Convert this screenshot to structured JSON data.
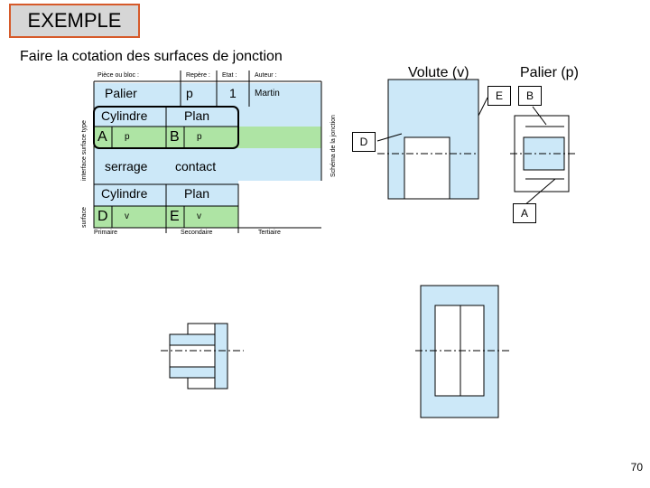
{
  "header": {
    "title": "EXEMPLE",
    "subtitle": "Faire la cotation des surfaces de jonction"
  },
  "table": {
    "col_headers": [
      "Pièce ou bloc :",
      "Repère :",
      "Etat :",
      "Auteur :"
    ],
    "row_labels": [
      "interface surface type",
      "surface"
    ],
    "piece": "Palier",
    "repere": "p",
    "etat": "1",
    "auteur": "Martin",
    "row1": {
      "left_surface": "Cylindre",
      "right_surface": "Plan",
      "left_code": "A",
      "left_code_sub": "p",
      "right_code": "B",
      "right_code_sub": "p",
      "left_interface": "serrage",
      "right_interface": "contact"
    },
    "row2": {
      "left_surface": "Cylindre",
      "right_surface": "Plan",
      "left_code": "D",
      "left_code_sub": "v",
      "right_code": "E",
      "right_code_sub": "v"
    },
    "footer": [
      "Primaire",
      "Secondaire",
      "Tertiaire"
    ],
    "side_label": "Schéma de la jonction"
  },
  "schema": {
    "volute_label": "Volute (v)",
    "palier_label": "Palier (p)",
    "callouts": [
      "E",
      "B",
      "D",
      "A"
    ]
  },
  "colors": {
    "fill_blue": "#cce8f8",
    "fill_green": "#aee4a4",
    "title_border": "#d65a2a",
    "title_bg": "#d6d6d6"
  },
  "page_number": "70"
}
